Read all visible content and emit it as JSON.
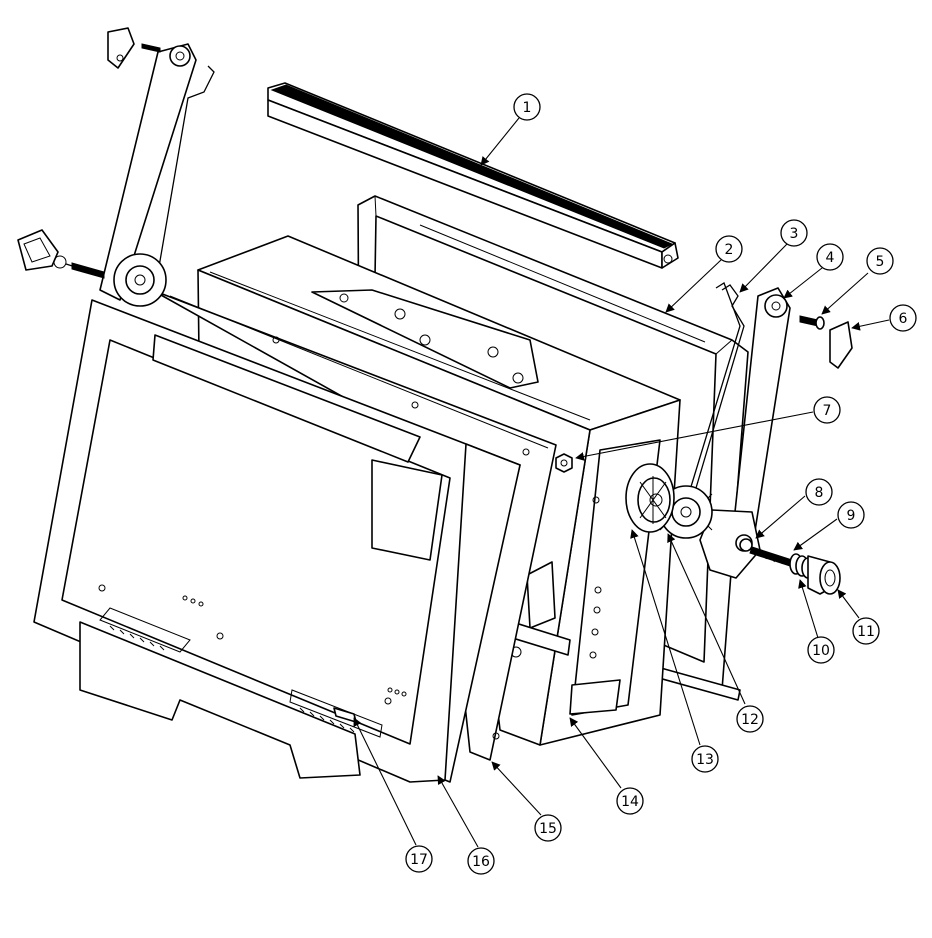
{
  "figure": {
    "type": "exploded-assembly-drawing"
  },
  "callouts": [
    {
      "label": "1"
    },
    {
      "label": "2"
    },
    {
      "label": "3"
    },
    {
      "label": "4"
    },
    {
      "label": "5"
    },
    {
      "label": "6"
    },
    {
      "label": "7"
    },
    {
      "label": "8"
    },
    {
      "label": "9"
    },
    {
      "label": "10"
    },
    {
      "label": "11"
    },
    {
      "label": "12"
    },
    {
      "label": "13"
    },
    {
      "label": "14"
    },
    {
      "label": "15"
    },
    {
      "label": "16"
    },
    {
      "label": "17"
    }
  ]
}
